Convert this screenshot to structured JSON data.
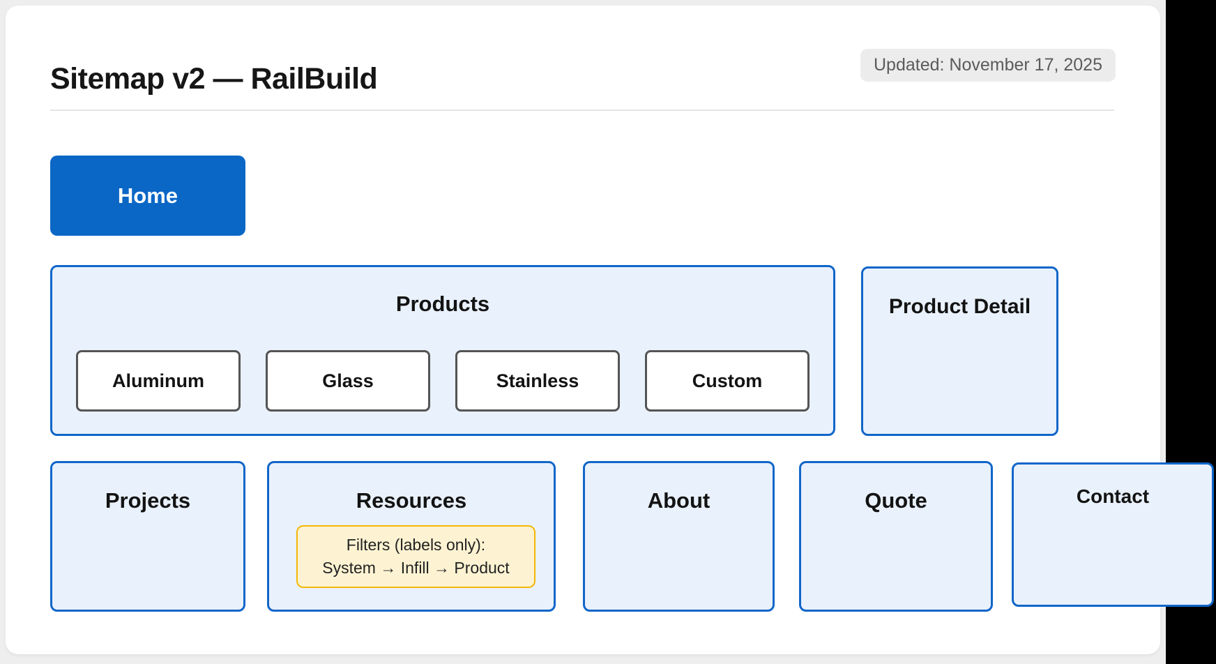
{
  "header": {
    "title": "Sitemap v2 — RailBuild",
    "updated": "Updated: November 17, 2025"
  },
  "sitemap": {
    "home": {
      "label": "Home"
    },
    "products": {
      "label": "Products",
      "children": [
        {
          "label": "Aluminum"
        },
        {
          "label": "Glass"
        },
        {
          "label": "Stainless"
        },
        {
          "label": "Custom"
        }
      ]
    },
    "product_detail": {
      "label": "Product Detail"
    },
    "projects": {
      "label": "Projects"
    },
    "resources": {
      "label": "Resources",
      "note": {
        "line1": "Filters (labels only):",
        "line2": "System → Infill → Product"
      }
    },
    "about": {
      "label": "About"
    },
    "quote": {
      "label": "Quote"
    },
    "contact": {
      "label": "Contact"
    }
  },
  "colors": {
    "page_background": "#efeeee",
    "right_strip": "#000000",
    "card_background": "#ffffff",
    "accent_blue": "#0b67c6",
    "node_border_blue": "#1166c9",
    "node_fill_blue": "#e9f1fc",
    "leaf_border_gray": "#545454",
    "note_border_yellow": "#f2b705",
    "note_fill_yellow": "#fdf3d2",
    "badge_background": "#ececec",
    "badge_text": "#5b5b5b"
  }
}
